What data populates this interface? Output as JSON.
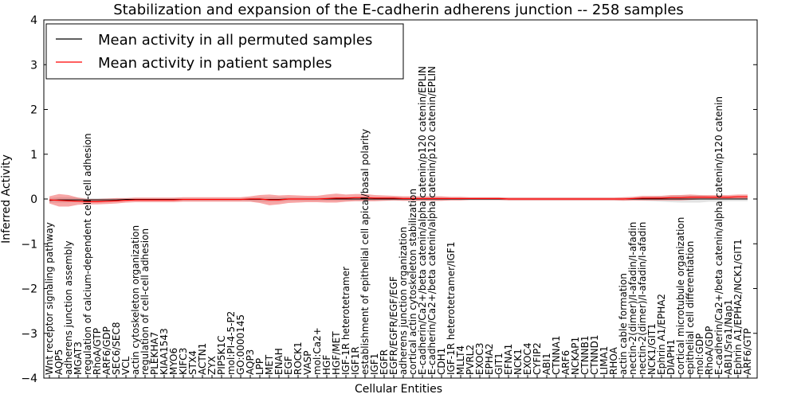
{
  "chart_data": {
    "type": "line",
    "title": "Stabilization and expansion of the E-cadherin adherens junction -- 258 samples",
    "xlabel": "Cellular Entities",
    "ylabel": "Inferred Activity",
    "ylim": [
      -4,
      4
    ],
    "yticks": [
      -4,
      -3,
      -2,
      -1,
      0,
      1,
      2,
      3,
      4
    ],
    "grid": false,
    "legend_position": "top-left",
    "categories": [
      "Wnt receptor signaling pathway",
      "AQP5",
      "adherens junction assembly",
      "MGAT3",
      "regulation of calcium-dependent cell-cell adhesion",
      "RhoA/GTP",
      "ARF6/GDP",
      "SEC6/SEC8",
      "VCL",
      "actin cytoskeleton organization",
      "regulation of cell-cell adhesion",
      "PLEKHA7",
      "KIAA1543",
      "MYO6",
      "KIFC3",
      "STX4",
      "ACTN1",
      "ZYX",
      "PIP5K1C",
      "mol:PI-4-5-P2",
      "GO:0000145",
      "AQP3",
      "LPP",
      "MET",
      "ENAH",
      "EGF",
      "ROCK1",
      "VASP",
      "mol:Ca2+",
      "HGF",
      "HGF/MET",
      "IGF-1R heterotetramer",
      "IGF1R",
      "establishment of epithelial cell apical/basal polarity",
      "IGF1",
      "EGFR",
      "EGFR/EGFR/EGF/EGF",
      "adherens junction organization",
      "cortical actin cytoskeleton stabilization",
      "E-cadherin/Ca2+/beta catenin/alpha catenin/p120 catenin/EPLIN",
      "E-cadherin/Ca2+/beta catenin/alpha catenin/p120 catenin/EPLIN",
      "CDH1",
      "IGF-1R heterotetramer/IGF1",
      "MLLT4",
      "PVRL2",
      "EXOC3",
      "EPHA2",
      "GIT1",
      "EFNA1",
      "NCK1",
      "EXOC4",
      "CYFIP2",
      "ABI1",
      "CTNNA1",
      "ARF6",
      "NCKAP1",
      "CTNNB1",
      "CTNND1",
      "LIMA1",
      "RHOA",
      "actin cable formation",
      "nectin-2(dimer)/I-afadin/I-afadin",
      "nectin-2(dimer)/I-afadin/I-afadin",
      "NCK1/GIT1",
      "Ephrin A1/EPHA2",
      "DIAPH1",
      "cortical microtubule organization",
      "epithelial cell differentiation",
      "mol:GDP",
      "RhoA/GDP",
      "E-cadherin/Ca2+/beta catenin/alpha catenin/p120 catenin",
      "ABI1/Sra1/Nap1",
      "Ephrin A1/EPHA2/NCK1/GIT1",
      "ARF6/GTP"
    ],
    "series": [
      {
        "name": "Mean activity in all permuted samples",
        "color": "#000000",
        "values": [
          -0.03,
          -0.02,
          -0.02,
          -0.02,
          -0.02,
          -0.02,
          -0.02,
          -0.02,
          -0.01,
          -0.01,
          -0.01,
          -0.01,
          -0.01,
          -0.01,
          -0.01,
          -0.01,
          -0.01,
          -0.01,
          -0.01,
          -0.01,
          -0.01,
          -0.01,
          -0.01,
          -0.01,
          -0.01,
          0.0,
          0.0,
          0.0,
          0.0,
          0.0,
          0.0,
          0.0,
          0.0,
          0.0,
          0.0,
          0.0,
          0.0,
          0.0,
          0.0,
          0.0,
          0.0,
          0.0,
          0.0,
          0.0,
          0.0,
          0.0,
          0.0,
          0.0,
          0.0,
          0.0,
          0.0,
          0.0,
          0.0,
          0.0,
          0.0,
          0.0,
          0.0,
          0.0,
          0.0,
          0.0,
          0.0,
          0.0,
          0.0,
          0.0,
          0.0,
          0.0,
          0.0,
          0.0,
          0.0,
          0.0,
          0.0,
          0.0,
          0.0,
          0.0
        ],
        "band": [
          0.05,
          0.06,
          0.06,
          0.05,
          0.04,
          0.04,
          0.04,
          0.04,
          0.03,
          0.03,
          0.03,
          0.03,
          0.03,
          0.03,
          0.03,
          0.03,
          0.03,
          0.03,
          0.03,
          0.03,
          0.03,
          0.04,
          0.05,
          0.05,
          0.05,
          0.04,
          0.04,
          0.04,
          0.04,
          0.04,
          0.04,
          0.04,
          0.04,
          0.04,
          0.04,
          0.04,
          0.04,
          0.04,
          0.04,
          0.04,
          0.04,
          0.04,
          0.03,
          0.03,
          0.03,
          0.03,
          0.03,
          0.03,
          0.03,
          0.03,
          0.03,
          0.03,
          0.03,
          0.03,
          0.03,
          0.03,
          0.03,
          0.03,
          0.03,
          0.03,
          0.03,
          0.03,
          0.04,
          0.05,
          0.06,
          0.07,
          0.08,
          0.08,
          0.08,
          0.06,
          0.06,
          0.05,
          0.05,
          0.05
        ]
      },
      {
        "name": "Mean activity in patient samples",
        "color": "#ff0000",
        "values": [
          -0.02,
          -0.03,
          -0.04,
          -0.05,
          -0.06,
          -0.06,
          -0.05,
          -0.04,
          -0.03,
          -0.02,
          -0.02,
          -0.02,
          -0.02,
          -0.02,
          -0.01,
          -0.01,
          -0.01,
          -0.01,
          -0.01,
          -0.01,
          -0.01,
          0.0,
          0.0,
          -0.02,
          -0.02,
          0.0,
          0.0,
          0.0,
          0.0,
          0.01,
          0.02,
          0.02,
          0.03,
          0.03,
          0.02,
          0.02,
          0.02,
          0.01,
          0.01,
          0.01,
          0.01,
          0.01,
          0.01,
          0.01,
          0.01,
          0.01,
          0.01,
          0.01,
          0.0,
          0.0,
          0.0,
          0.0,
          0.0,
          0.0,
          0.0,
          0.0,
          0.0,
          0.0,
          0.0,
          0.0,
          0.0,
          0.01,
          0.02,
          0.02,
          0.02,
          0.03,
          0.03,
          0.04,
          0.04,
          0.04,
          0.04,
          0.04,
          0.05,
          0.05
        ],
        "band": [
          0.08,
          0.14,
          0.13,
          0.08,
          0.06,
          0.06,
          0.06,
          0.06,
          0.05,
          0.05,
          0.05,
          0.05,
          0.05,
          0.05,
          0.05,
          0.05,
          0.05,
          0.05,
          0.05,
          0.05,
          0.05,
          0.06,
          0.09,
          0.12,
          0.1,
          0.09,
          0.08,
          0.07,
          0.07,
          0.09,
          0.1,
          0.08,
          0.08,
          0.08,
          0.07,
          0.06,
          0.05,
          0.05,
          0.05,
          0.05,
          0.05,
          0.05,
          0.04,
          0.04,
          0.03,
          0.03,
          0.03,
          0.03,
          0.03,
          0.03,
          0.03,
          0.03,
          0.03,
          0.03,
          0.03,
          0.03,
          0.03,
          0.03,
          0.03,
          0.03,
          0.04,
          0.04,
          0.05,
          0.05,
          0.05,
          0.06,
          0.06,
          0.06,
          0.05,
          0.05,
          0.05,
          0.05,
          0.05,
          0.05
        ]
      }
    ]
  }
}
